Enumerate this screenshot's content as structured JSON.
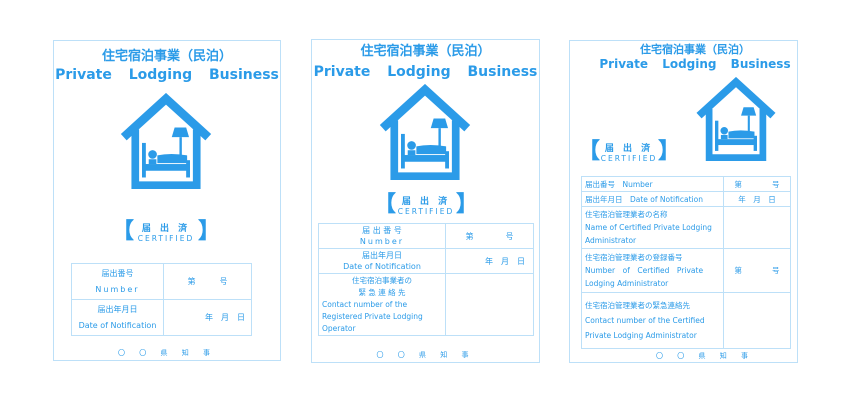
{
  "colors": {
    "accent": "#2b9be8",
    "border": "#bde0f8",
    "background": "#ffffff"
  },
  "icons": {
    "house": "house-bed-lamp-icon"
  },
  "common": {
    "title_ja": "住宅宿泊事業（民泊）",
    "title_en": "Private Lodging Business",
    "certified_ja": "届 出 済",
    "certified_en": "CERTIFIED",
    "bracket_left": "【",
    "bracket_right": "】",
    "footer": "〇 〇 県 知 事"
  },
  "card1": {
    "number_label_ja": "届出番号",
    "number_label_en": "Number",
    "number_value": "第　　　号",
    "date_label_ja": "届出年月日",
    "date_label_en": "Date of Notification",
    "date_value": "年　月　日"
  },
  "card2": {
    "number_label_ja": "届 出 番 号",
    "number_label_en": "Number",
    "number_value": "第　　　　号",
    "date_label_ja": "届出年月日",
    "date_label_en": "Date of Notification",
    "date_value": "年　月　日",
    "contact_label_ja_1": "住宅宿泊事業者の",
    "contact_label_ja_2": "緊 急 連 絡 先",
    "contact_label_en_1": "Contact number of the",
    "contact_label_en_2": "Registered Private Lodging",
    "contact_label_en_3": "Operator"
  },
  "card3": {
    "number_label": "届出番号　Number",
    "number_value": "第　　　　号",
    "date_label": "届出年月日　Date of Notification",
    "date_value": "年　月　日",
    "name_label_ja": "住宅宿泊管理業者の名称",
    "name_label_en_1": "Name of Certified Private Lodging",
    "name_label_en_2": "Administrator",
    "reg_label_ja": "住宅宿泊管理業者の登録番号",
    "reg_label_en_1": "Number　of　Certified　Private",
    "reg_label_en_2": "Lodging Administrator",
    "reg_value": "第　　　　号",
    "contact_label_ja": "住宅宿泊管理業者の緊急連絡先",
    "contact_label_en_1": "Contact number of the Certified",
    "contact_label_en_2": "Private Lodging Administrator"
  }
}
